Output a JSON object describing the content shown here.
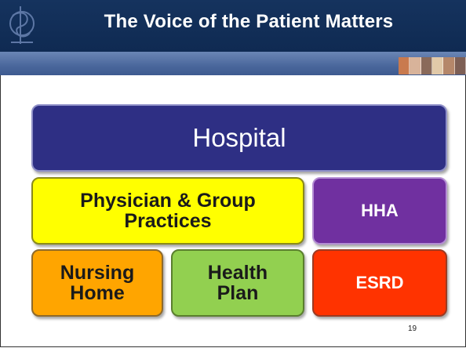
{
  "slide": {
    "title": "The Voice of the Patient Matters",
    "page_number": "19"
  },
  "diagram": {
    "boxes": [
      {
        "label": "Hospital",
        "color": "#2e2f84"
      },
      {
        "label": "Physician & Group Practices",
        "color": "#ffff00"
      },
      {
        "label": "HHA",
        "color": "#7030a0"
      },
      {
        "label": "Nursing Home",
        "color": "#ffa500"
      },
      {
        "label": "Health Plan",
        "color": "#92d050"
      },
      {
        "label": "ESRD",
        "color": "#ff3300"
      }
    ]
  },
  "colors": {
    "title_bar": "#15335e",
    "sub_bar": "#4a679c"
  },
  "icons": {
    "logo": "caduceus-logo-icon",
    "photo_strip": "patient-photos-strip"
  }
}
